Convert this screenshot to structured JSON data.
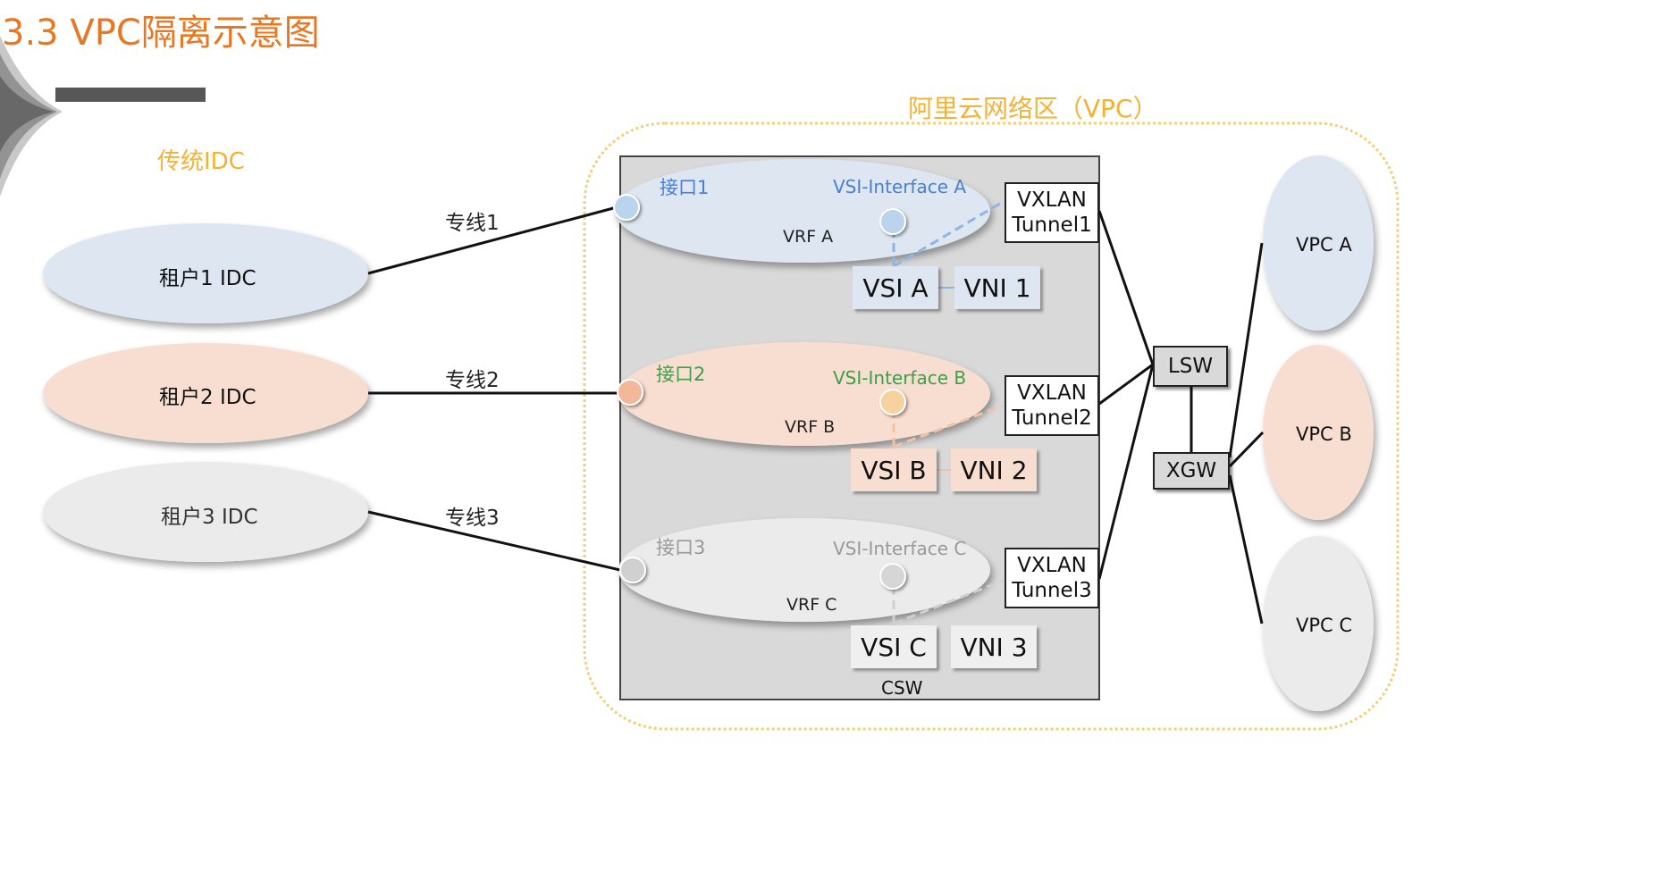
{
  "title": "3.3 VPC隔离示意图",
  "idc": {
    "section_label": "传统IDC",
    "tenants": [
      "租户1 IDC",
      "租户2 IDC",
      "租户3 IDC"
    ]
  },
  "lines": [
    "专线1",
    "专线2",
    "专线3"
  ],
  "vpc_region": {
    "label": "阿里云网络区（VPC）",
    "csw_label": "CSW",
    "vrfs": [
      {
        "interface": "接口1",
        "vsi_interface": "VSI-Interface A",
        "vrf": "VRF A",
        "vsi": "VSI A",
        "vni": "VNI 1",
        "tunnel_line1": "VXLAN",
        "tunnel_line2": "Tunnel1"
      },
      {
        "interface": "接口2",
        "vsi_interface": "VSI-Interface B",
        "vrf": "VRF B",
        "vsi": "VSI B",
        "vni": "VNI 2",
        "tunnel_line1": "VXLAN",
        "tunnel_line2": "Tunnel2"
      },
      {
        "interface": "接口3",
        "vsi_interface": "VSI-Interface C",
        "vrf": "VRF C",
        "vsi": "VSI C",
        "vni": "VNI 3",
        "tunnel_line1": "VXLAN",
        "tunnel_line2": "Tunnel3"
      }
    ],
    "lsw": "LSW",
    "xgw": "XGW",
    "vpcs": [
      "VPC A",
      "VPC B",
      "VPC C"
    ]
  },
  "colors": {
    "title": "#e87722",
    "orange_label": "#f5b133",
    "blue_fill": "#dde6f1",
    "peach_fill": "#f8ded0",
    "gray_fill": "#efefef",
    "blue_text": "#4a7fd4",
    "green_text": "#3aa04a",
    "gray_text": "#999999",
    "panel": "#d9d9d9"
  }
}
